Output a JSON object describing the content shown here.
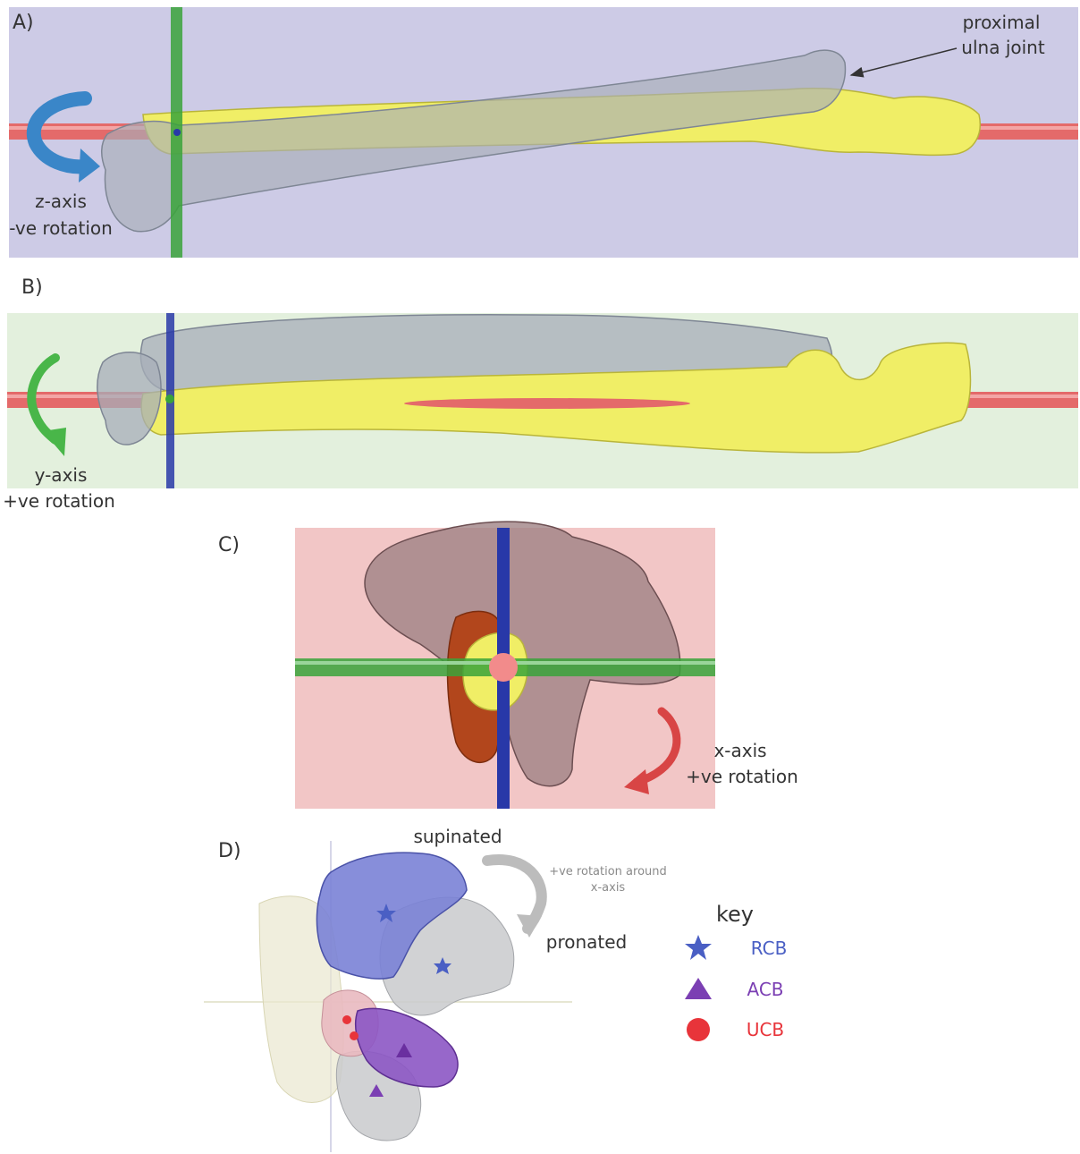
{
  "panels": {
    "a": {
      "letter": "A)",
      "rotation_label_line1": "z-axis",
      "rotation_label_line2": "-ve rotation",
      "callout_line1": "proximal",
      "callout_line2": "ulna joint",
      "background_color": "#cdcbe6"
    },
    "b": {
      "letter": "B)",
      "rotation_label_line1": "y-axis",
      "rotation_label_line2": "+ve rotation",
      "background_color": "#e3f0dd"
    },
    "c": {
      "letter": "C)",
      "rotation_label_line1": "x-axis",
      "rotation_label_line2": "+ve rotation",
      "background_color": "#f2c6c6"
    },
    "d": {
      "letter": "D)",
      "supinated_label": "supinated",
      "pronated_label": "pronated",
      "rotation_note_line1": "+ve rotation around",
      "rotation_note_line2": "x-axis"
    }
  },
  "key": {
    "title": "key",
    "items": [
      {
        "symbol": "star-icon",
        "label": "RCB",
        "color": "#4a5fc4"
      },
      {
        "symbol": "triangle-icon",
        "label": "ACB",
        "color": "#7b3fb3"
      },
      {
        "symbol": "circle-icon",
        "label": "UCB",
        "color": "#e8343a"
      }
    ]
  },
  "colors": {
    "x_axis": "#e46a6a",
    "y_axis": "#3aa33a",
    "z_axis": "#2838a8",
    "ulna": "#f0ee66",
    "radius_grey": "#a7aeb8",
    "arrow_z": "#3a86c8",
    "arrow_y": "#49b649",
    "arrow_x": "#d84545"
  }
}
